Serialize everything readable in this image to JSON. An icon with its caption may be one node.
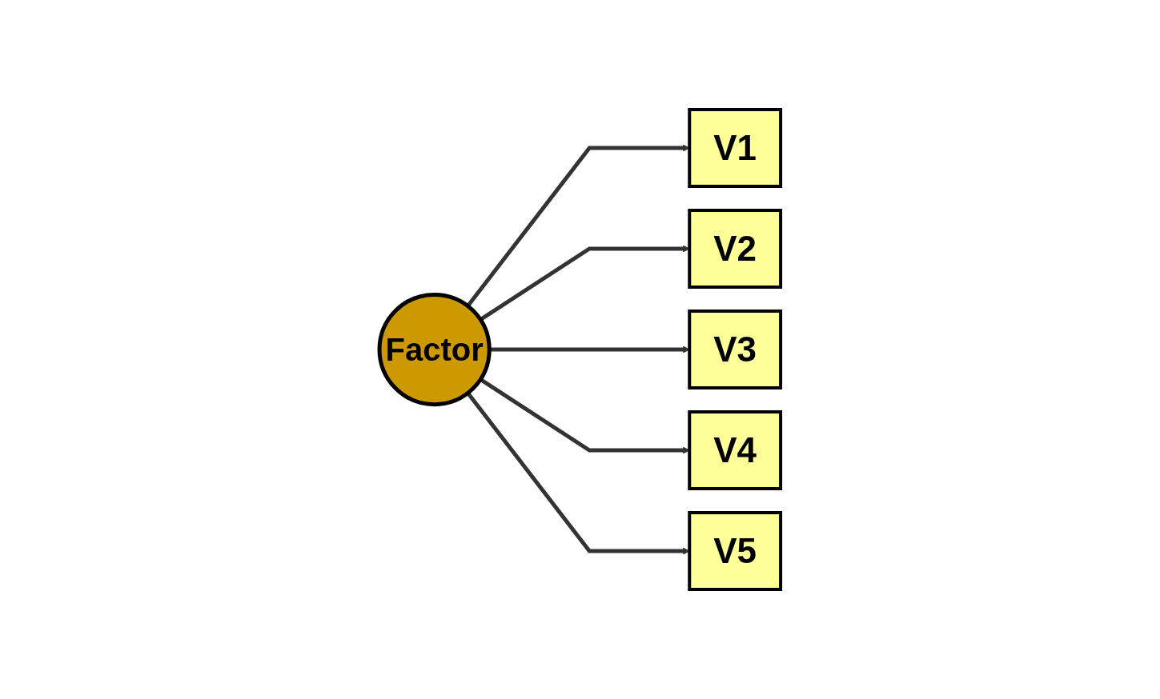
{
  "diagram": {
    "nodes": [
      {
        "text": [
          "Factor"
        ]
      },
      {
        "text": [
          "V1"
        ]
      },
      {
        "text": [
          "V2"
        ]
      },
      {
        "text": [
          "V3"
        ]
      },
      {
        "text": [
          "V4"
        ]
      },
      {
        "text": [
          "V5"
        ]
      }
    ],
    "edges": [
      {
        "from": 0,
        "to": 1,
        "arrow": "to"
      },
      {
        "from": 0,
        "to": 2,
        "arrow": "to"
      },
      {
        "from": 0,
        "to": 3,
        "arrow": "to"
      },
      {
        "from": 0,
        "to": 4,
        "arrow": "to"
      },
      {
        "from": 0,
        "to": 5,
        "arrow": "to"
      }
    ]
  }
}
